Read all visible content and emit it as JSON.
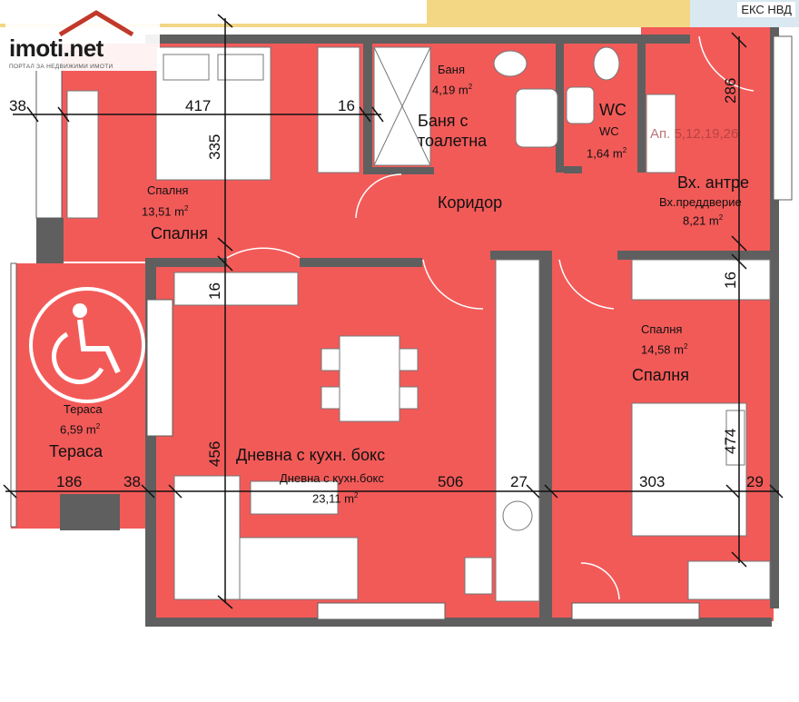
{
  "watermark": {
    "brand": "imoti.net",
    "tagline": "ПОРТАЛ ЗА НЕДВИЖИМИ ИМОТИ"
  },
  "corner_label": "ЕКС НВД",
  "apartment_tag": "Ап. 5,12,19,26",
  "rooms": {
    "bedroom1": {
      "name": "Спалня",
      "sub": "Спалня",
      "area": "13,51 m",
      "unit_exp": "2"
    },
    "bath": {
      "name": "Баня с тоалетна",
      "sub": "Баня",
      "area": "4,19 m",
      "unit_exp": "2"
    },
    "wc": {
      "name": "WC",
      "sub": "WC",
      "area": "1,64 m",
      "unit_exp": "2"
    },
    "entrance": {
      "name": "Вх. антре",
      "sub": "Вх.преддверие",
      "area": "8,21 m",
      "unit_exp": "2"
    },
    "corridor": {
      "name": "Коридор"
    },
    "terrace": {
      "name": "Тераса",
      "sub": "Тераса",
      "area": "6,59 m",
      "unit_exp": "2"
    },
    "living": {
      "name": "Дневна с кухн. бокс",
      "sub": "Дневна с кухн.бокс",
      "area": "23,11 m",
      "unit_exp": "2"
    },
    "bedroom2": {
      "name": "Спалня",
      "sub": "Спалня",
      "area": "14,58 m",
      "unit_exp": "2"
    }
  },
  "dimensions": {
    "d38_top": "38",
    "d417": "417",
    "d16_top": "16",
    "d335": "335",
    "d286": "286",
    "d16_left": "16",
    "d16_right": "16",
    "d456": "456",
    "d474": "474",
    "d186": "186",
    "d38_bottom": "38",
    "d506": "506",
    "d27": "27",
    "d303": "303",
    "d29": "29"
  },
  "colors": {
    "room_fill": "#f25a58",
    "wall": "#5f5f5f",
    "dim_line": "#111111",
    "furniture": "#ffffff",
    "glass": "#cfe8ef"
  },
  "icons": [
    "wheelchair-icon",
    "door-icon",
    "window-icon",
    "logo-roof-icon"
  ]
}
